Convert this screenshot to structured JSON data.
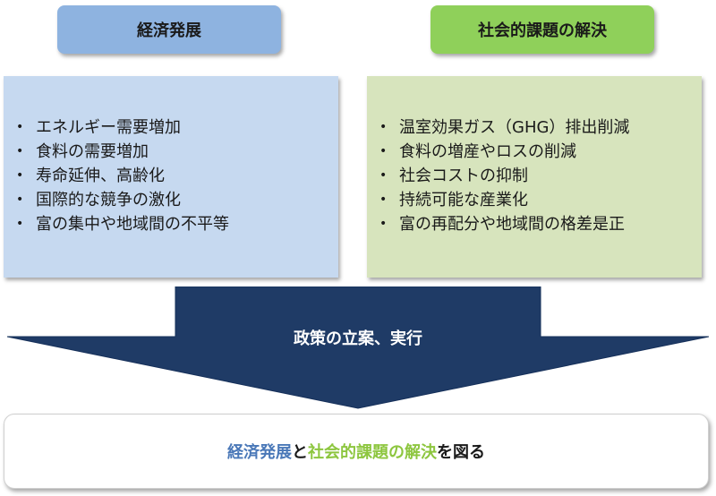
{
  "headers": {
    "left": "経済発展",
    "right": "社会的課題の解決"
  },
  "panels": {
    "left_items": [
      "エネルギー需要増加",
      "食料の需要増加",
      "寿命延伸、高齢化",
      "国際的な競争の激化",
      "富の集中や地域間の不平等"
    ],
    "right_items": [
      "温室効果ガス（GHG）排出削減",
      "食料の増産やロスの削減",
      "社会コストの抑制",
      "持続可能な産業化",
      "富の再配分や地域間の格差是正"
    ],
    "bullet": "•"
  },
  "arrow": {
    "label": "政策の立案、実行"
  },
  "result": {
    "part1": "経済発展",
    "part2": "と",
    "part3": "社会的課題の解決",
    "part4": "を図る"
  },
  "colors": {
    "left_header": "#8eb3e0",
    "right_header": "#8fd05a",
    "left_panel": "#c6d9f0",
    "right_panel": "#d7e4bd",
    "arrow": "#1f3b66",
    "result_blue": "#4a78b8",
    "result_green": "#8dc63f"
  }
}
